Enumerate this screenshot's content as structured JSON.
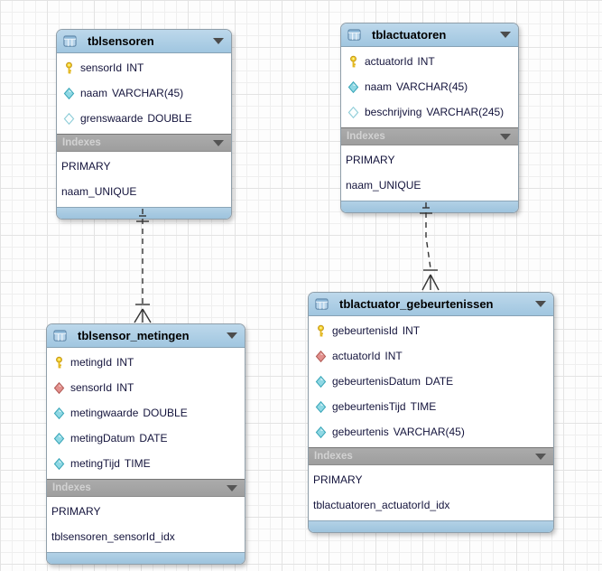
{
  "diagram": {
    "type": "eer-diagram",
    "background": "#fdfdfd",
    "grid_color": "#efefef"
  },
  "colors": {
    "table_header_blue": "#a6c9e2",
    "indexes_bar_gray": "#a3a3a3",
    "primary_key_yellow": "#f2cf30",
    "foreign_key_red": "#e08e8a",
    "attribute_cyan": "#8fd8e4",
    "column_text_navy": "#14143c",
    "connector_dark": "#333333"
  },
  "tables": [
    {
      "title": "tblsensoren",
      "indexes_label": "Indexes",
      "columns": [
        {
          "name": "sensorId",
          "type": "INT",
          "icon": "primary-key"
        },
        {
          "name": "naam",
          "type": "VARCHAR(45)",
          "icon": "attribute-notnull"
        },
        {
          "name": "grenswaarde",
          "type": "DOUBLE",
          "icon": "attribute-nullable"
        }
      ],
      "indexes": [
        "PRIMARY",
        "naam_UNIQUE"
      ]
    },
    {
      "title": "tblactuatoren",
      "indexes_label": "Indexes",
      "columns": [
        {
          "name": "actuatorId",
          "type": "INT",
          "icon": "primary-key"
        },
        {
          "name": "naam",
          "type": "VARCHAR(45)",
          "icon": "attribute-notnull"
        },
        {
          "name": "beschrijving",
          "type": "VARCHAR(245)",
          "icon": "attribute-nullable"
        }
      ],
      "indexes": [
        "PRIMARY",
        "naam_UNIQUE"
      ]
    },
    {
      "title": "tblsensor_metingen",
      "indexes_label": "Indexes",
      "columns": [
        {
          "name": "metingId",
          "type": "INT",
          "icon": "primary-key"
        },
        {
          "name": "sensorId",
          "type": "INT",
          "icon": "foreign-key"
        },
        {
          "name": "metingwaarde",
          "type": "DOUBLE",
          "icon": "attribute-notnull"
        },
        {
          "name": "metingDatum",
          "type": "DATE",
          "icon": "attribute-notnull"
        },
        {
          "name": "metingTijd",
          "type": "TIME",
          "icon": "attribute-notnull"
        }
      ],
      "indexes": [
        "PRIMARY",
        "tblsensoren_sensorId_idx"
      ]
    },
    {
      "title": "tblactuator_gebeurtenissen",
      "indexes_label": "Indexes",
      "columns": [
        {
          "name": "gebeurtenisId",
          "type": "INT",
          "icon": "primary-key"
        },
        {
          "name": "actuatorId",
          "type": "INT",
          "icon": "foreign-key"
        },
        {
          "name": "gebeurtenisDatum",
          "type": "DATE",
          "icon": "attribute-notnull"
        },
        {
          "name": "gebeurtenisTijd",
          "type": "TIME",
          "icon": "attribute-notnull"
        },
        {
          "name": "gebeurtenis",
          "type": "VARCHAR(45)",
          "icon": "attribute-notnull"
        }
      ],
      "indexes": [
        "PRIMARY",
        "tblactuatoren_actuatorId_idx"
      ]
    }
  ],
  "connectors": [
    {
      "from": "tblsensoren",
      "to": "tblsensor_metingen",
      "cardinality": "one-to-many",
      "style": "dashed"
    },
    {
      "from": "tblactuatoren",
      "to": "tblactuator_gebeurtenissen",
      "cardinality": "one-to-many",
      "style": "dashed"
    }
  ]
}
